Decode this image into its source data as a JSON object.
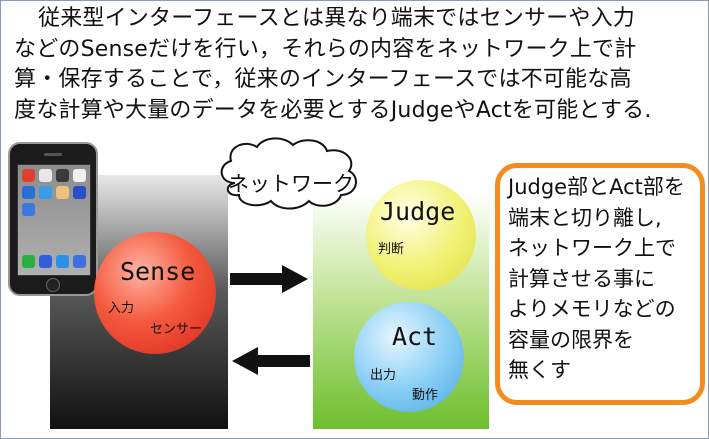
{
  "intro_lines": [
    "従来型インターフェースとは異なり端末ではセンサーや入力",
    "などのSenseだけを行い，それらの内容をネットワーク上で計",
    "算・保存することで，従来のインターフェースでは不可能な高",
    "度な計算や大量のデータを必要とするJudgeやActを可能とする."
  ],
  "cloud_label": "ネットワーク",
  "sense": {
    "title": "Sense",
    "sub1": "入力",
    "sub2": "センサー"
  },
  "judge": {
    "title": "Judge",
    "sub1": "判断"
  },
  "act": {
    "title": "Act",
    "sub1": "出力",
    "sub2": "動作"
  },
  "note_lines": [
    "Judge部とAct部を",
    "端末と切り離し,",
    "ネットワーク上で",
    "計算させる事に",
    "よりメモリなどの",
    "容量の限界を",
    "無くす"
  ],
  "colors": {
    "sense": "#f45a3e",
    "judge": "#f2f27a",
    "act": "#8cd0f6",
    "note_border": "#f28c1e",
    "green_panel": "#6dbf2d"
  },
  "icons": {
    "device": "smartphone-icon",
    "network": "cloud-icon",
    "forward": "arrow-right-icon",
    "back": "arrow-left-icon"
  }
}
